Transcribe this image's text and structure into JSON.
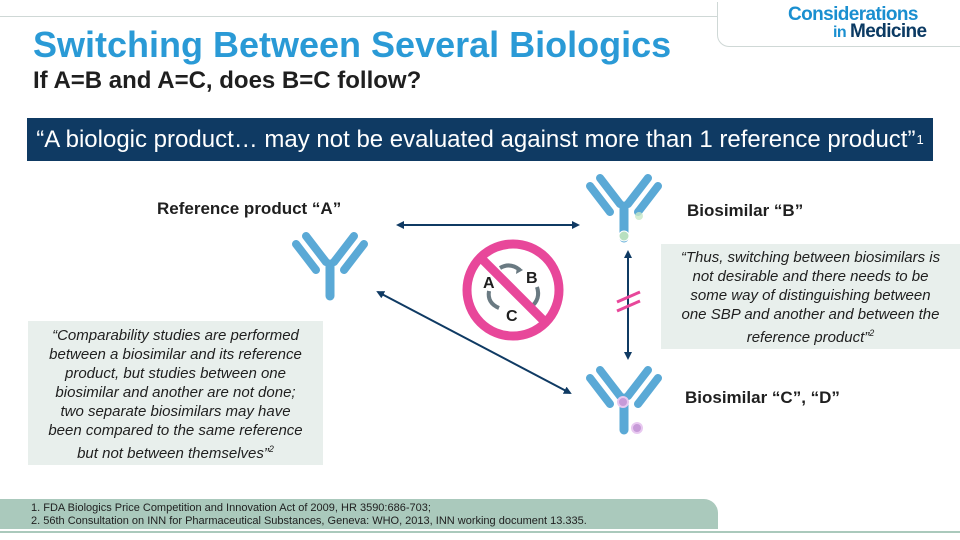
{
  "header": {
    "logo": {
      "line1": "Considerations",
      "in": "in",
      "medicine": "Medicine"
    },
    "title": "Switching Between Several Biologics",
    "subtitle": "If A=B and A=C, does B=C follow?"
  },
  "quote_bar": {
    "text": "“A biologic product… may not be evaluated against more than 1 reference product”",
    "ref": "1"
  },
  "diagram": {
    "reference_label": "Reference product “A”",
    "biosimilar_b_label": "Biosimilar “B”",
    "biosimilar_cd_label": "Biosimilar “C”, “D”",
    "prohibition": {
      "letter_a": "A",
      "letter_b": "B",
      "letter_c": "C"
    },
    "colors": {
      "antibody": "#5aa9d6",
      "arrow": "#0f3a63",
      "prohibition": "#e8479a",
      "not_equal": "#e8479a"
    }
  },
  "notes": {
    "left": {
      "lines": [
        "“Comparability studies are performed",
        "between  a biosimilar and its reference",
        "product, but studies between one",
        "biosimilar and another are not done;",
        "two  separate biosimilars may have",
        "been compared to the same reference",
        "but not between  themselves”"
      ],
      "ref": "2"
    },
    "right": {
      "lines": [
        "“Thus, switching between biosimilars is",
        "not desirable and there needs to be",
        "some way  of distinguishing between",
        "one SBP and another and between the",
        "reference product”"
      ],
      "ref": "2"
    }
  },
  "references": [
    "1. FDA Biologics Price Competition and Innovation Act of 2009, HR 3590:686-703;",
    "2. 56th Consultation on INN for Pharmaceutical Substances, Geneva: WHO, 2013, INN working document 13.335."
  ]
}
